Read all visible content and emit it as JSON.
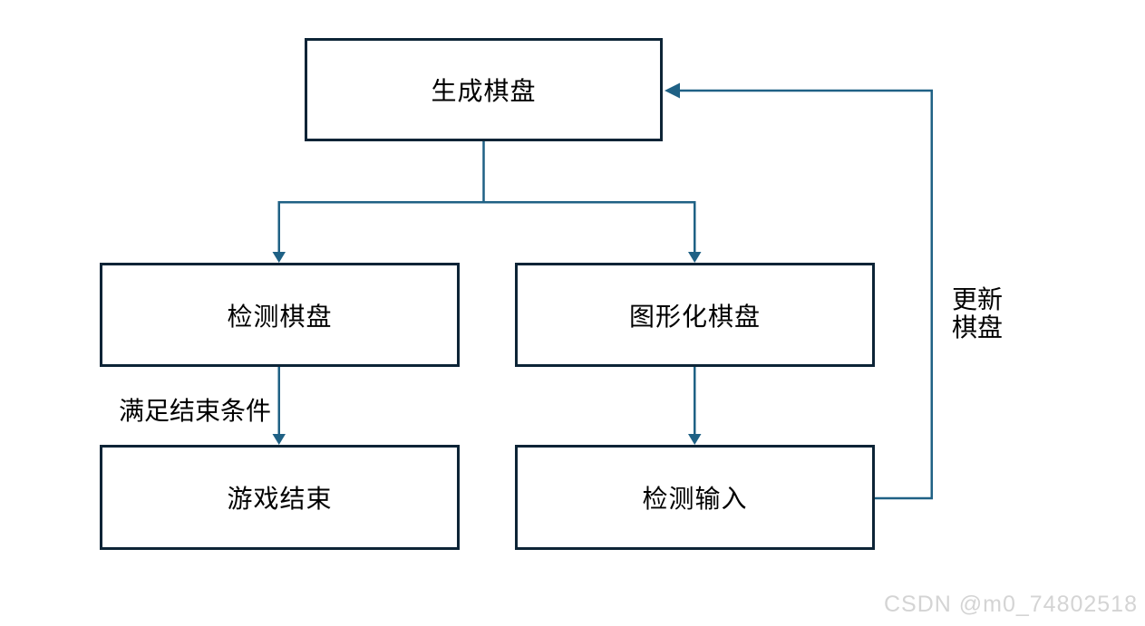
{
  "diagram": {
    "title_hint": "game-board flowchart",
    "nodes": {
      "generate": {
        "label": "生成棋盘"
      },
      "detect": {
        "label": "检测棋盘"
      },
      "graphical": {
        "label": "图形化棋盘"
      },
      "game_over": {
        "label": "游戏结束"
      },
      "detect_input": {
        "label": "检测输入"
      }
    },
    "edge_labels": {
      "end_condition": "满足结束条件",
      "update_board": "更新\n棋盘"
    },
    "edges": [
      {
        "from": "generate",
        "to": "detect"
      },
      {
        "from": "generate",
        "to": "graphical"
      },
      {
        "from": "detect",
        "to": "game_over",
        "label": "满足结束条件"
      },
      {
        "from": "graphical",
        "to": "detect_input"
      },
      {
        "from": "detect_input",
        "to": "generate",
        "label": "更新棋盘"
      }
    ],
    "colors": {
      "background": "#ffffff",
      "box_border": "#0d2436",
      "box_fill": "#ffffff",
      "connector": "#1f6185",
      "text": "#000000",
      "watermark": "#d4d4d4"
    }
  },
  "watermark": {
    "text": "CSDN @m0_74802518"
  }
}
